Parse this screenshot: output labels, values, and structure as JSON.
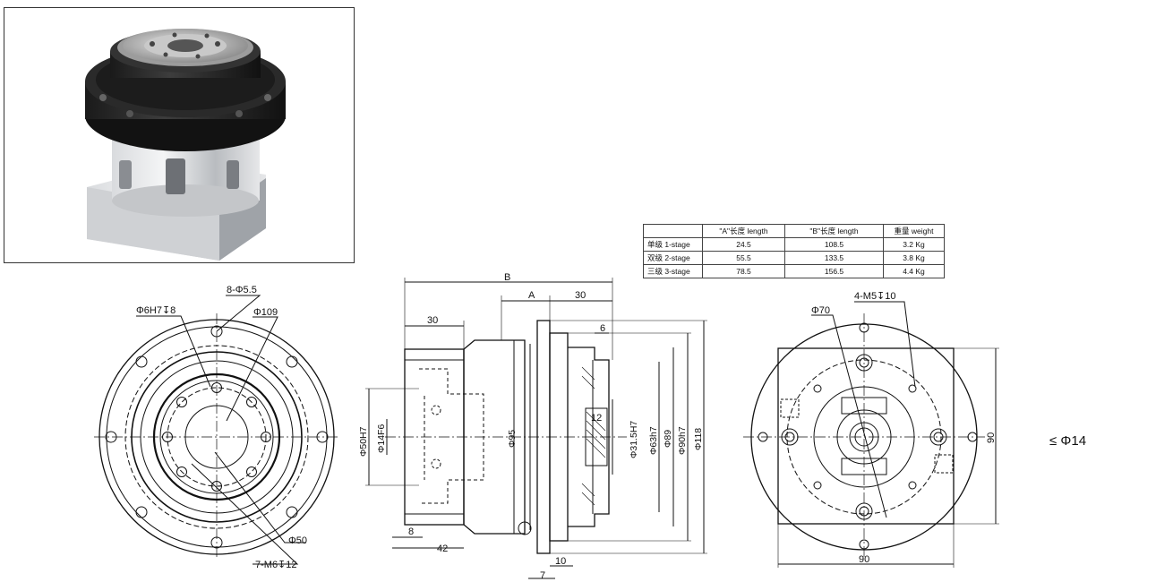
{
  "product_photo": {
    "alt": "planetary gearbox"
  },
  "spec_table": {
    "headers": [
      "",
      "\"A\"长度 length",
      "\"B\"长度  length",
      "重量 weight"
    ],
    "rows": [
      {
        "stage": "单级 1-stage",
        "a": "24.5",
        "b": "108.5",
        "weight": "3.2 Kg"
      },
      {
        "stage": "双级 2-stage",
        "a": "55.5",
        "b": "133.5",
        "weight": "3.8 Kg"
      },
      {
        "stage": "三级 3-stage",
        "a": "78.5",
        "b": "156.5",
        "weight": "4.4 Kg"
      }
    ]
  },
  "front_view": {
    "holes_outer": "8-Φ5.5",
    "pilot": "Φ6H7↧8",
    "pcd": "Φ109",
    "bore": "Φ50",
    "tapped": "7-M6↧12"
  },
  "side_view": {
    "B": "B",
    "A": "A",
    "len_30_top": "30",
    "len_30_left": "30",
    "d6": "6",
    "d12": "12",
    "d8": "8",
    "d42": "42",
    "d7": "7",
    "d10": "10",
    "phi50h7": "Φ50H7",
    "phi14f6": "Φ14F6",
    "phi95": "Φ95",
    "phi31_5h7": "Φ31.5H7",
    "phi63h7": "Φ63h7",
    "phi89": "Φ89",
    "phi90h7": "Φ90h7",
    "phi118": "Φ118"
  },
  "rear_view": {
    "tapped": "4-M5↧10",
    "phi70": "Φ70",
    "width": "90",
    "height": "90"
  },
  "shaft_note": "≤ Φ14"
}
